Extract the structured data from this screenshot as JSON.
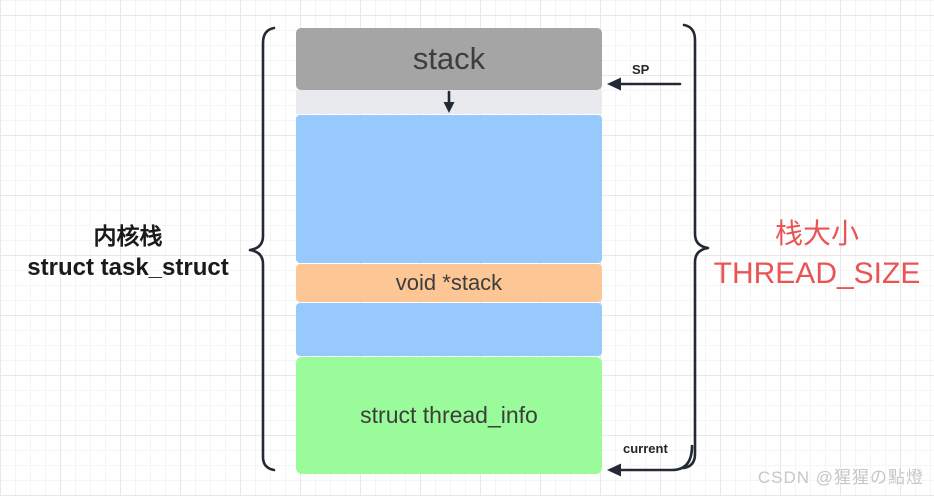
{
  "labels": {
    "left": {
      "line1": "内核栈",
      "line2": "struct task_struct"
    },
    "right": {
      "line1": "栈大小",
      "line2": "THREAD_SIZE"
    }
  },
  "stack": {
    "segments": [
      {
        "name": "stack-region",
        "label": "stack",
        "color": "#a5a5a5"
      },
      {
        "name": "spacer-region",
        "label": "",
        "color": "#e8eaed"
      },
      {
        "name": "free-stack-upper",
        "label": "",
        "color": "#97c9fc"
      },
      {
        "name": "void-stack-field",
        "label": "void *stack",
        "color": "#fcc794"
      },
      {
        "name": "free-stack-lower",
        "label": "",
        "color": "#97c9fc"
      },
      {
        "name": "thread-info-region",
        "label": "struct thread_info",
        "color": "#99fb99"
      }
    ]
  },
  "annotations": {
    "sp": "SP",
    "current": "current"
  },
  "colors": {
    "label_red": "#ea5455",
    "stroke_dark": "#232a35",
    "text_dark": "#3d3d3d"
  },
  "watermark": "CSDN @猩猩の點燈"
}
